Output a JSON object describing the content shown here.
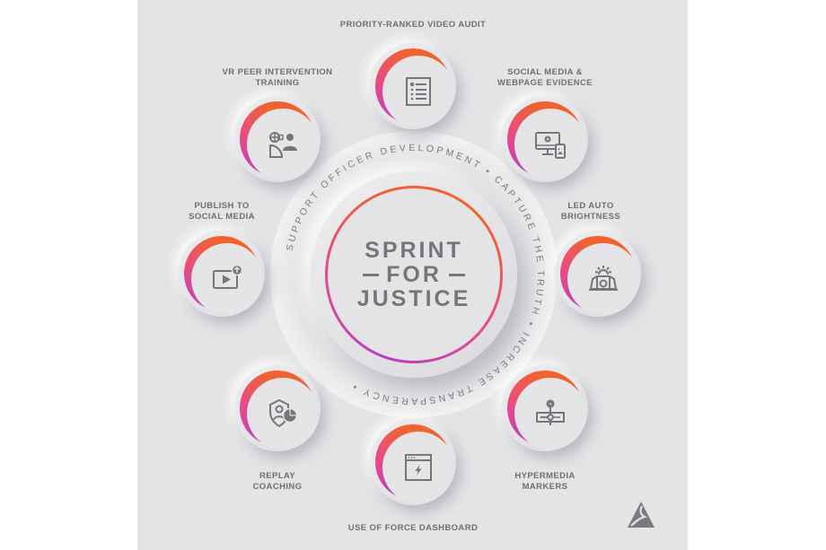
{
  "center": {
    "title_line1": "SPRINT",
    "title_line2": "FOR",
    "title_line3": "JUSTICE",
    "ring_text": "SUPPORT OFFICER DEVELOPMENT • CAPTURE THE TRUTH • INCREASE TRANSPARENCY •"
  },
  "colors": {
    "background": "#e4e4e6",
    "ring_gradient_start": "#f0632f",
    "ring_gradient_end": "#b43fc4",
    "text": "#6f6f73"
  },
  "nodes": [
    {
      "id": "video-audit",
      "label_line1": "PRIORITY-RANKED VIDEO AUDIT",
      "label_line2": "",
      "icon": "list-icon"
    },
    {
      "id": "social-evidence",
      "label_line1": "SOCIAL MEDIA &",
      "label_line2": "WEBPAGE EVIDENCE",
      "icon": "monitor-phone-icon"
    },
    {
      "id": "led-brightness",
      "label_line1": "LED AUTO",
      "label_line2": "BRIGHTNESS",
      "icon": "camera-light-icon"
    },
    {
      "id": "hypermedia-markers",
      "label_line1": "HYPERMEDIA",
      "label_line2": "MARKERS",
      "icon": "timeline-marker-icon"
    },
    {
      "id": "force-dashboard",
      "label_line1": "USE OF FORCE DASHBOARD",
      "label_line2": "",
      "icon": "browser-bolt-icon"
    },
    {
      "id": "replay-coaching",
      "label_line1": "REPLAY",
      "label_line2": "COACHING",
      "icon": "shield-user-chart-icon"
    },
    {
      "id": "publish-social",
      "label_line1": "PUBLISH TO",
      "label_line2": "SOCIAL MEDIA",
      "icon": "video-upload-icon"
    },
    {
      "id": "vr-training",
      "label_line1": "VR PEER INTERVENTION",
      "label_line2": "TRAINING",
      "icon": "vr-user-icon"
    }
  ],
  "logo": {
    "icon": "axon-triangle-logo"
  }
}
